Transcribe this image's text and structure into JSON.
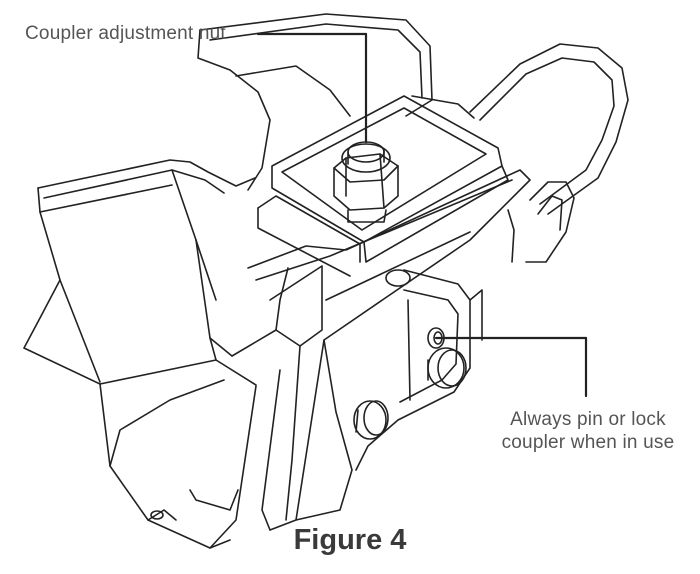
{
  "callouts": {
    "adjustment_nut": "Coupler adjustment nut",
    "pin_lock_line1": "Always pin or lock",
    "pin_lock_line2": "coupler when in use"
  },
  "caption": "Figure 4",
  "colors": {
    "line_art": "#222222",
    "callout_text": "#555555",
    "caption_text": "#3a3a3a"
  }
}
